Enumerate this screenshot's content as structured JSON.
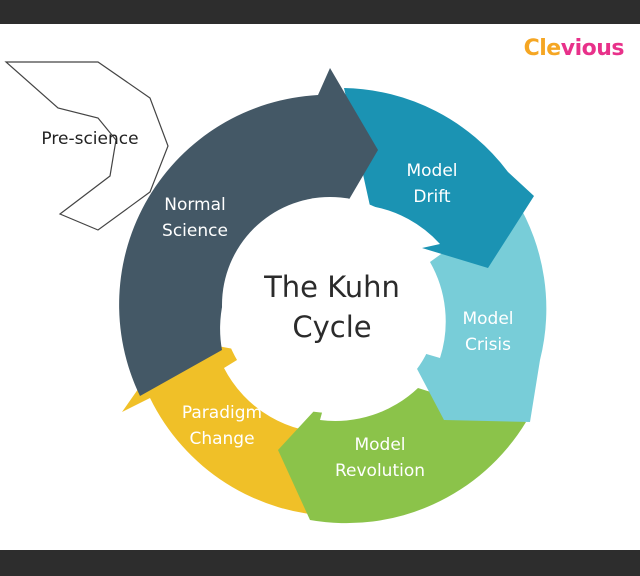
{
  "brand": {
    "logo_text_1": "Cle",
    "logo_text_2": "vious"
  },
  "diagram": {
    "center_line_1": "The Kuhn",
    "center_line_2": "Cycle",
    "entry": {
      "label": "Pre-science"
    },
    "stages": [
      {
        "id": "normal-science",
        "line_1": "Normal",
        "line_2": "Science",
        "color": "#445866"
      },
      {
        "id": "model-drift",
        "line_1": "Model",
        "line_2": "Drift",
        "color": "#1b93b3"
      },
      {
        "id": "model-crisis",
        "line_1": "Model",
        "line_2": "Crisis",
        "color": "#78cdd8"
      },
      {
        "id": "model-revolution",
        "line_1": "Model",
        "line_2": "Revolution",
        "color": "#8bc34a"
      },
      {
        "id": "paradigm-change",
        "line_1": "Paradigm",
        "line_2": "Change",
        "color": "#f0c028"
      }
    ]
  }
}
